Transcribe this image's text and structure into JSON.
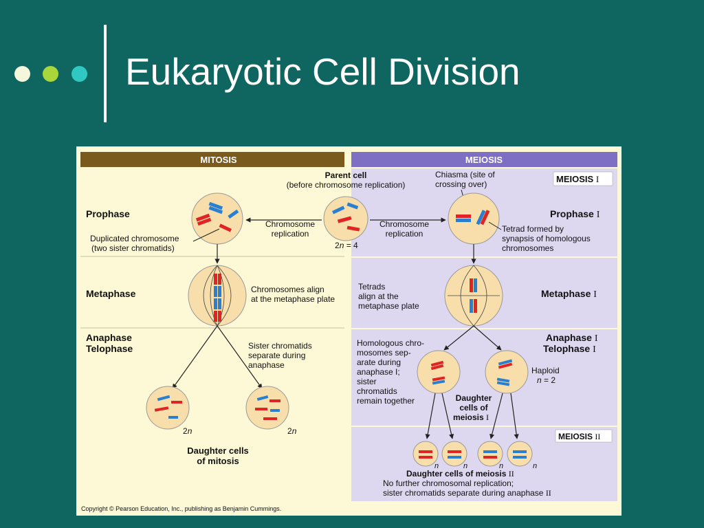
{
  "slide": {
    "title": "Eukaryotic Cell Division",
    "bullet_colors": [
      "#f5f7dc",
      "#a9d63a",
      "#2fc8c3"
    ]
  },
  "colors": {
    "background": "#0f6660",
    "mitosis_panel": "#fdf8d6",
    "meiosis_panel": "#ddd8f0",
    "mitosis_header": "#7b5a1e",
    "meiosis_header": "#7f6fc4",
    "cell_fill": "#f7deaa",
    "chromosome_red": "#e02424",
    "chromosome_blue": "#2a7fd0"
  },
  "figure": {
    "mitosis_header": "MITOSIS",
    "meiosis_header": "MEIOSIS",
    "parent_cell": "Parent cell",
    "parent_cell_note": "(before chromosome replication)",
    "parent_ploidy_n": "n",
    "parent_ploidy_rest": " = 4",
    "chiasma_line1": "Chiasma (site of",
    "chiasma_line2": "crossing over)",
    "meiosis_one_word": "MEIOSIS",
    "meiosis_one_num": "I",
    "prophase": "Prophase",
    "prophase_one_word": "Prophase",
    "chrom_rep_left_1": "Chromosome",
    "chrom_rep_left_2": "replication",
    "chrom_rep_right_1": "Chromosome",
    "chrom_rep_right_2": "replication",
    "duplicated_1": "Duplicated chromosome",
    "duplicated_2": "(two sister chromatids)",
    "tetrad_1": "Tetrad formed by",
    "tetrad_2": "synapsis of homologous",
    "tetrad_3": "chromosomes",
    "metaphase": "Metaphase",
    "align_1": "Chromosomes align",
    "align_2": "at the metaphase plate",
    "tetrads_1": "Tetrads",
    "tetrads_2": "align at the",
    "tetrads_3": "metaphase plate",
    "metaphase_one_word": "Metaphase",
    "anaphase": "Anaphase",
    "telophase": "Telophase",
    "sister_1": "Sister chromatids",
    "sister_2": "separate during",
    "sister_3": "anaphase",
    "homologous_1": "Homologous chro-",
    "homologous_2": "mosomes sep-",
    "homologous_3": "arate during",
    "homologous_4": "anaphase I;",
    "homologous_5": "sister",
    "homologous_6": "chromatids",
    "homologous_7": "remain together",
    "anaphase_one_word": "Anaphase",
    "telophase_one_word": "Telophase",
    "haploid": "Haploid",
    "haploid_n": "n",
    "haploid_rest": " = 2",
    "daughter_meiosis_one_1": "Daughter",
    "daughter_meiosis_one_2": "cells of",
    "daughter_meiosis_one_3": "meiosis",
    "daughter_mitosis_1": "Daughter cells",
    "daughter_mitosis_2": "of mitosis",
    "two_n_left": "n",
    "two_n_right": "n",
    "meiosis_two_word": "MEIOSIS",
    "meiosis_two_num": "II",
    "n_labels": [
      "n",
      "n",
      "n",
      "n"
    ],
    "daughter_meiosis_two": "Daughter cells of meiosis",
    "no_further_1": "No further chromosomal replication;",
    "no_further_2": "sister chromatids separate during anaphase",
    "numeral_I": "I",
    "numeral_II": "II",
    "copyright": "Copyright © Pearson Education, Inc., publishing as Benjamin Cummings."
  }
}
